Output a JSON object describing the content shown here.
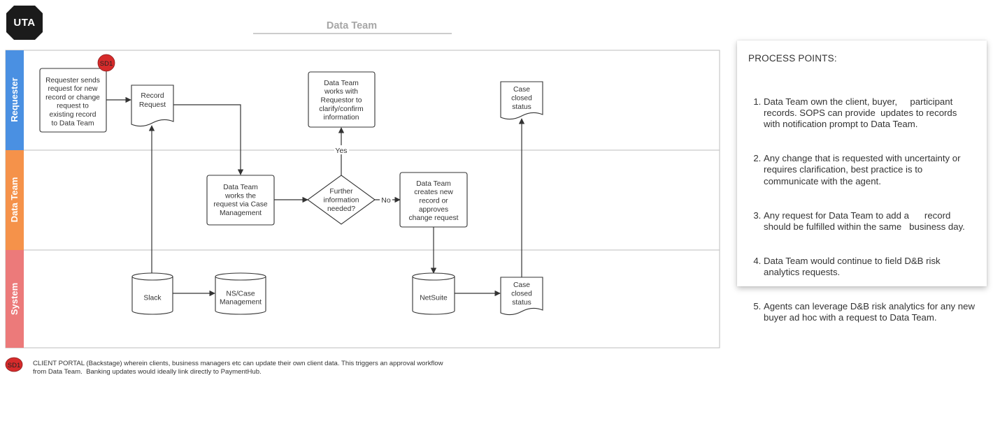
{
  "logo": {
    "text": "UTA"
  },
  "title": "Data Team",
  "lanes": [
    {
      "label": "Requester",
      "color": "#4a90e2"
    },
    {
      "label": "Data Team",
      "color": "#f5924a"
    },
    {
      "label": "System",
      "color": "#ec7a7a"
    }
  ],
  "badge": "SD1",
  "nodes": {
    "requester_sends": "Requester sends\nrequest for new\nrecord or change\nrequest to\nexisting record\nto Data Team",
    "record_request": "Record\nRequest",
    "data_team_works_with": "Data Team\nworks with\nRequestor to\nclarify/confirm\ninformation",
    "case_closed_top": "Case\nclosed\nstatus",
    "data_team_works_request": "Data Team\nworks the\nrequest via Case\nManagement",
    "further_info": "Further\ninformation\nneeded?",
    "data_team_creates": "Data Team\ncreates new\nrecord or\napproves\nchange request",
    "slack": "Slack",
    "ns_case": "NS/Case\nManagement",
    "netsuite": "NetSuite",
    "case_closed_bottom": "Case\nclosed\nstatus"
  },
  "edge_labels": {
    "yes": "Yes",
    "no": "No"
  },
  "process_points": {
    "heading": "PROCESS POINTS:",
    "items": [
      "Data Team own the client, buyer,     participant records. SOPS can provide  updates to records with notification prompt to Data Team.",
      "Any change that is requested with uncertainty or requires clarification, best practice is to communicate with the agent.",
      "Any request for Data Team to add a      record should be fulfilled within the same   business day.",
      "Data Team would continue to field D&B risk analytics requests.",
      "Agents can leverage D&B risk analytics for any new buyer ad hoc with a request to Data Team."
    ]
  },
  "footnote": {
    "badge": "SD1",
    "text": "CLIENT PORTAL (Backstage) wherein clients, business managers etc can update their own client data. This triggers an approval workflow\nfrom Data Team.  Banking updates would ideally link directly to PaymentHub."
  },
  "colors": {
    "badge_red": "#d62b2b",
    "line": "#333333",
    "border": "#bdbdbd"
  }
}
